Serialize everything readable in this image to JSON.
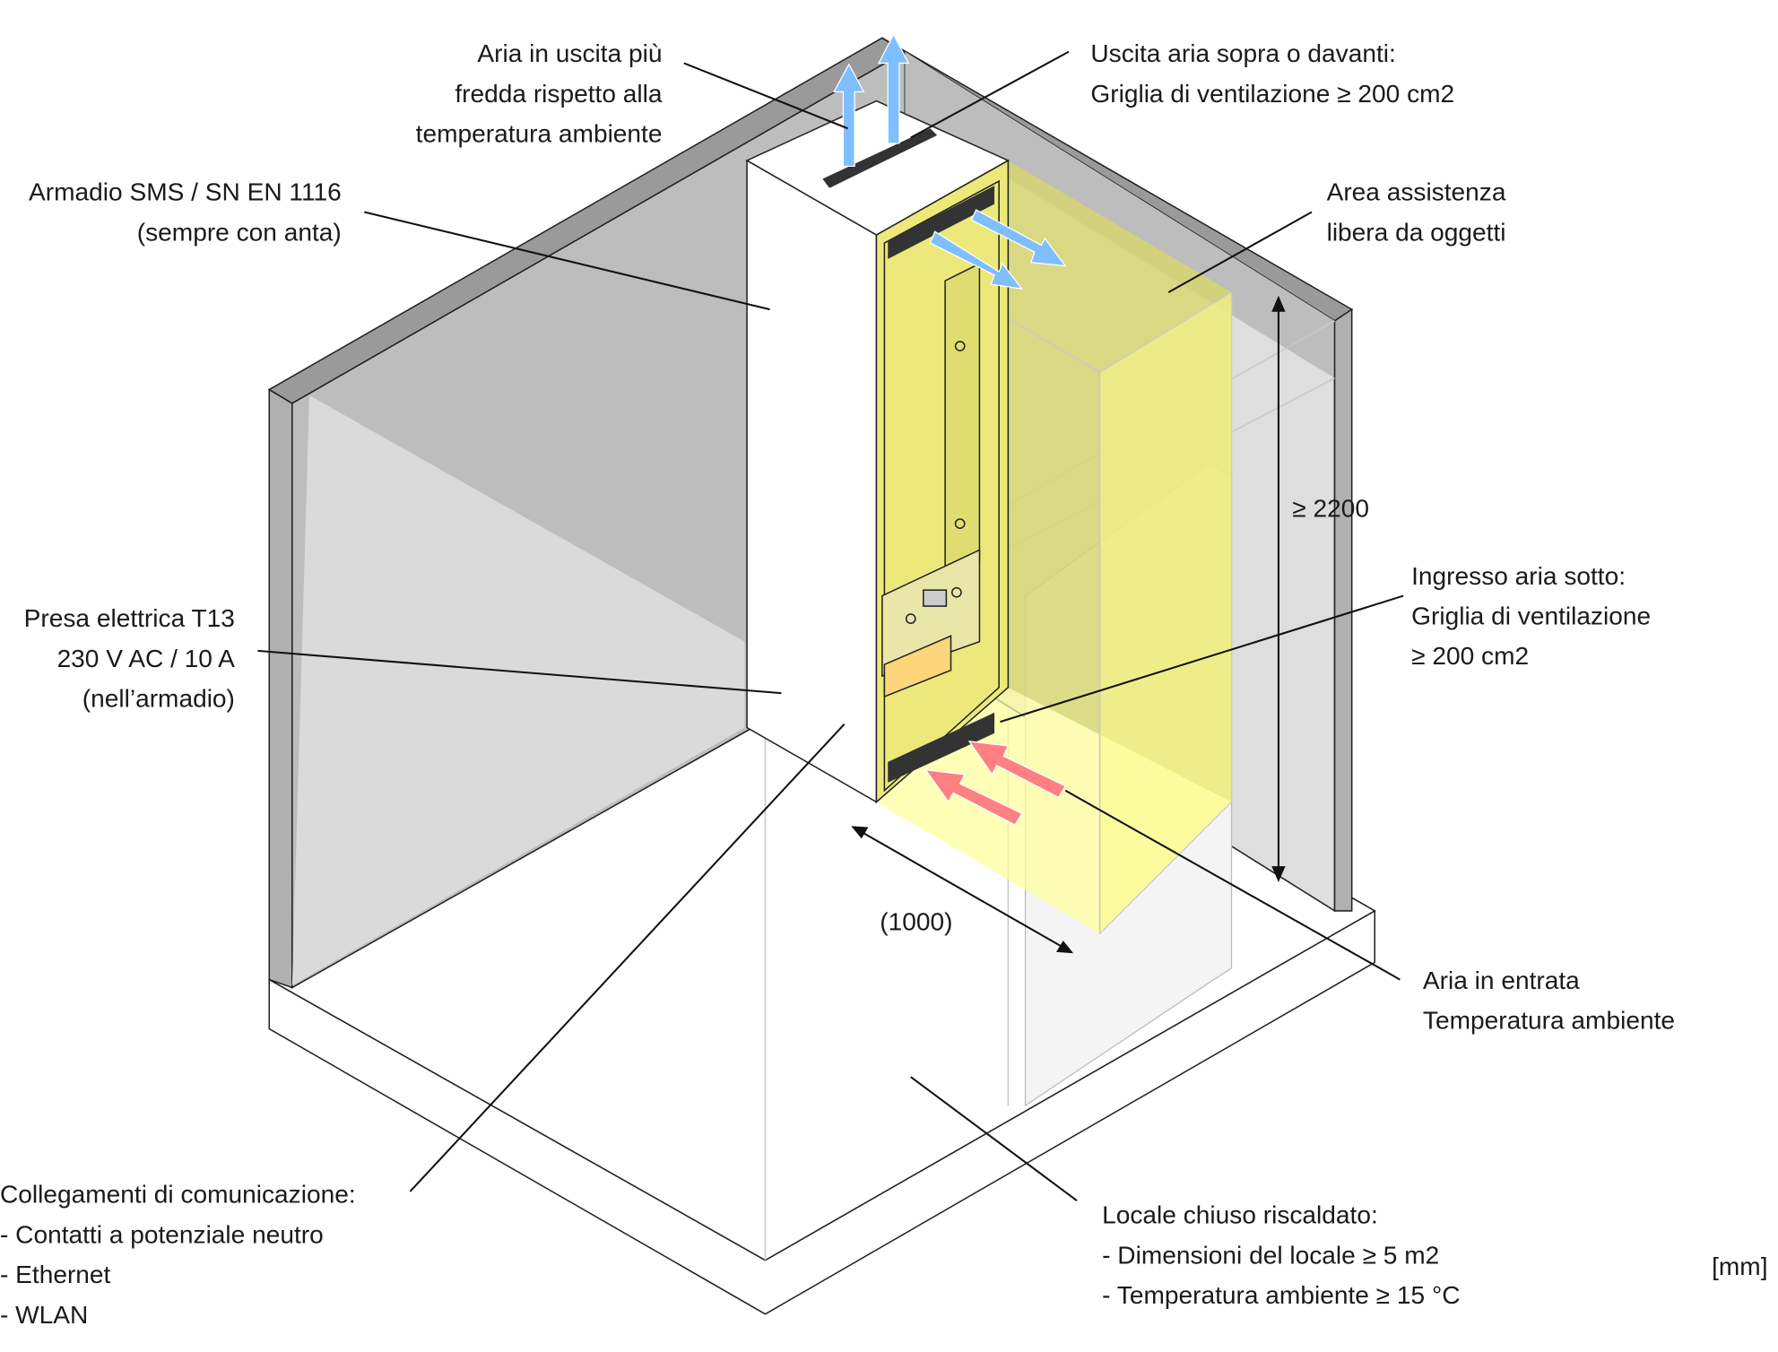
{
  "labels": {
    "air_out": [
      "Aria in uscita più",
      "fredda rispetto alla",
      "temperatura ambiente"
    ],
    "outlet": [
      "Uscita aria sopra o davanti:",
      "Griglia di ventilazione ≥ 200 cm2"
    ],
    "cabinet": [
      "Armadio SMS / SN EN 1116",
      "(sempre con anta)"
    ],
    "service_area": [
      "Area assistenza",
      "libera da oggetti"
    ],
    "height": "≥ 2200",
    "socket": [
      "Presa elettrica T13",
      "230 V AC / 10 A",
      "(nell’armadio)"
    ],
    "inlet": [
      "Ingresso aria sotto:",
      "Griglia di ventilazione",
      "≥ 200 cm2"
    ],
    "depth": "(1000)",
    "air_in": [
      "Aria in entrata",
      "Temperatura ambiente"
    ],
    "communication": [
      "Collegamenti di comunicazione:",
      "- Contatti a potenziale neutro",
      "- Ethernet",
      "- WLAN"
    ],
    "room": [
      "Locale chiuso riscaldato:",
      "- Dimensioni del locale ≥ 5 m2",
      "- Temperatura ambiente ≥ 15 °C"
    ],
    "unit": "[mm]"
  },
  "colors": {
    "wall_dark": "#bdbdbd",
    "wall_light": "#dadada",
    "service_area": "#e8e67a",
    "air_out_arrow": "#80bfff",
    "air_in_arrow": "#ff8080"
  }
}
